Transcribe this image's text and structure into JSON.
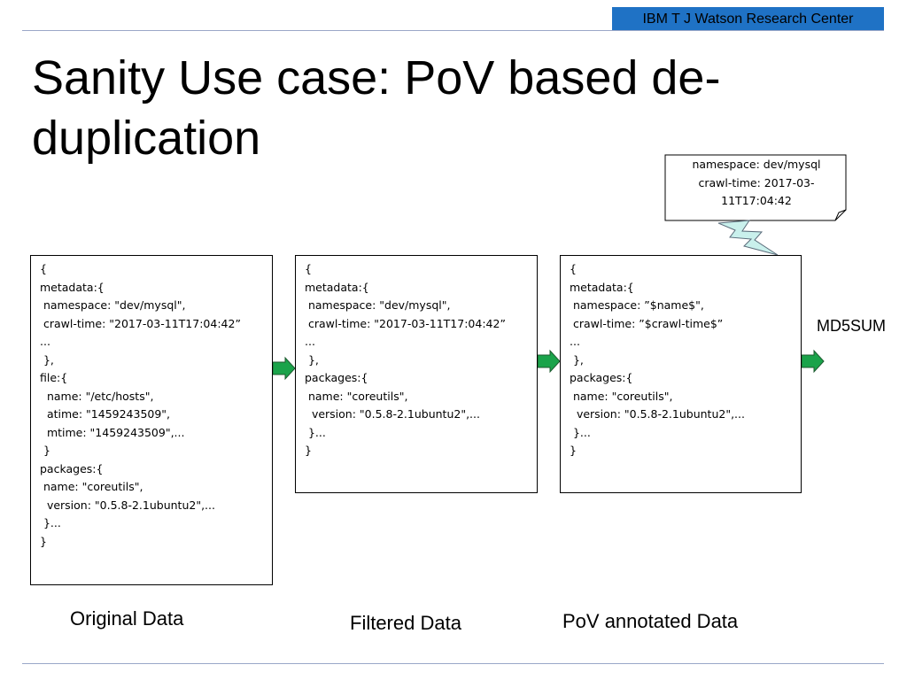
{
  "header": {
    "org_label": "IBM T J Watson Research Center"
  },
  "slide": {
    "title": "Sanity Use case: PoV based de-duplication"
  },
  "callout": {
    "lines": [
      "namespace: dev/mysql",
      "crawl-time: 2017-03-",
      "11T17:04:42"
    ]
  },
  "boxes": {
    "original": "{\nmetadata:{\n namespace: \"dev/mysql\",\n crawl-time: \"2017-03-11T17:04:42”\n...\n },\nfile:{\n  name: \"/etc/hosts\",\n  atime: \"1459243509\",\n  mtime: \"1459243509\",...\n }\npackages:{\n name: \"coreutils\",\n  version: \"0.5.8-2.1ubuntu2\",...\n }...\n}",
    "filtered": "{\nmetadata:{\n namespace: \"dev/mysql\",\n crawl-time: \"2017-03-11T17:04:42”\n...\n },\npackages:{\n name: \"coreutils\",\n  version: \"0.5.8-2.1ubuntu2\",...\n }...\n}",
    "pov": "{\nmetadata:{\n namespace: ”$name$\",\n crawl-time: ”$crawl-time$”\n...\n },\npackages:{\n name: \"coreutils\",\n  version: \"0.5.8-2.1ubuntu2\",...\n }...\n}"
  },
  "captions": {
    "original": "Original Data",
    "filtered": "Filtered Data",
    "pov": "PoV annotated Data",
    "output": "MD5SUM"
  },
  "colors": {
    "header_bg": "#1f72c5",
    "arrow_fill": "#1aa34a",
    "callout_bolt": "#c9f0ec",
    "rule": "#9aa7c8"
  }
}
